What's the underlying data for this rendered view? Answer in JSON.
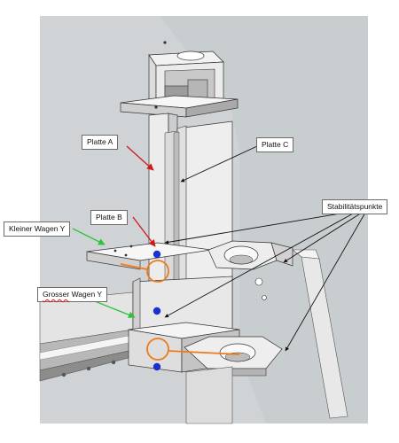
{
  "diagram": {
    "labels": {
      "platte_a": "Platte A",
      "platte_b": "Platte B",
      "platte_c": "Platte C",
      "kleiner_wagen": "Kleiner Wagen Y",
      "grosser_wagen_1": "Grosser",
      "grosser_wagen_2": " Wagen Y",
      "stabilitaet": "Stabilitätspunkte"
    },
    "colors": {
      "background_frame": "#cfd3d6",
      "metal_light": "#f1f1f1",
      "metal_mid": "#d7d7d7",
      "metal_dark": "#9a9a9a",
      "arrow_red": "#d01818",
      "arrow_green": "#2fc23a",
      "arrow_black": "#111111",
      "marker_orange": "#ef7a1a",
      "marker_blue": "#1d2fcf"
    }
  }
}
